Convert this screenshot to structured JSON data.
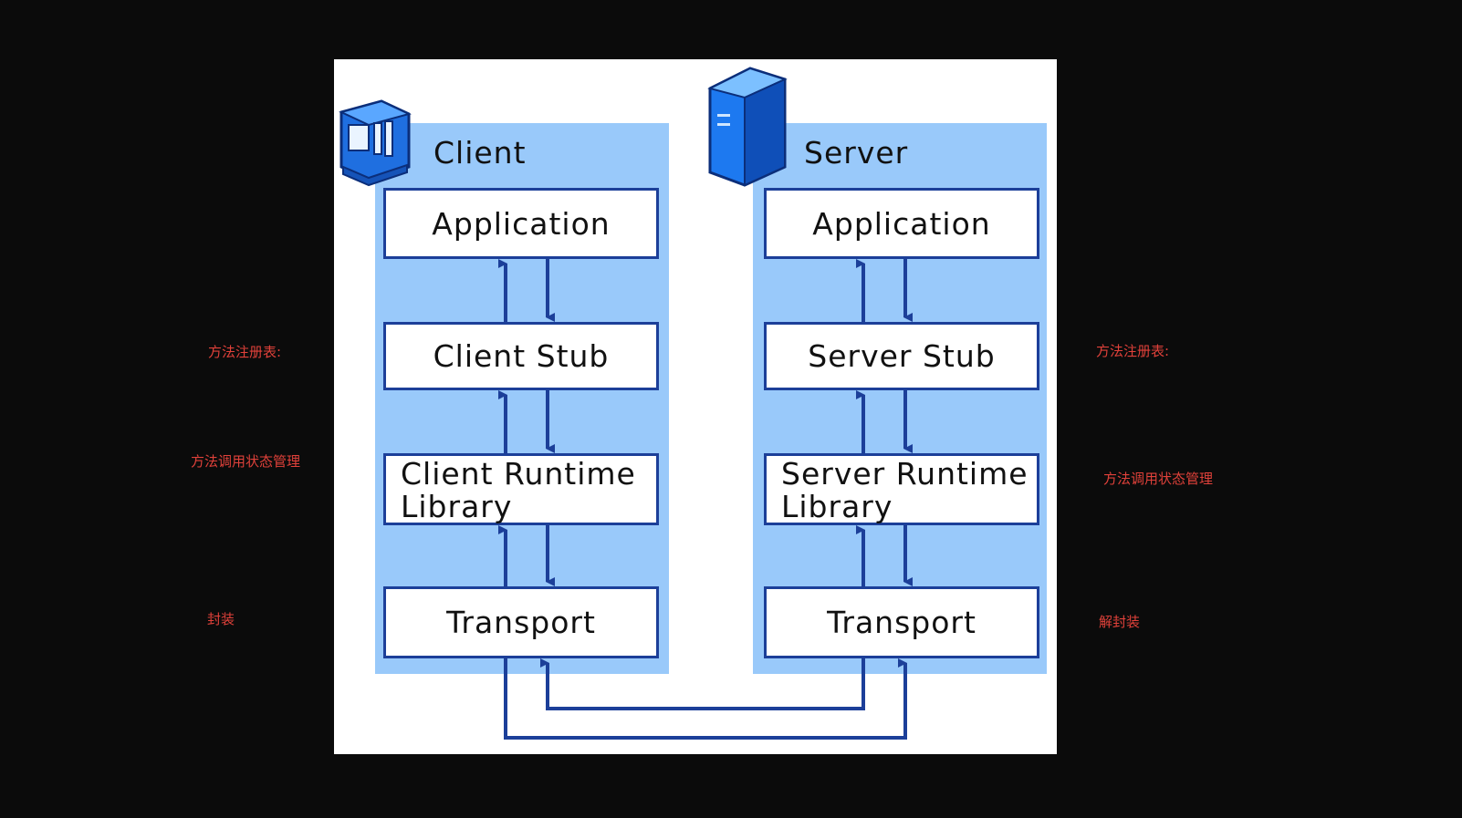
{
  "client": {
    "title": "Client",
    "layers": [
      "Application",
      "Client Stub",
      "Client Runtime\nLibrary",
      "Transport"
    ]
  },
  "server": {
    "title": "Server",
    "layers": [
      "Application",
      "Server Stub",
      "Server Runtime\nLibrary",
      "Transport"
    ]
  },
  "annotations": {
    "left": [
      "方法注册表:",
      "方法调用状态管理",
      "封装"
    ],
    "right": [
      "方法注册表:",
      "方法调用状态管理",
      "解封装"
    ]
  },
  "colors": {
    "background": "#0b0b0b",
    "canvas": "#ffffff",
    "panel": "#99c9fa",
    "border": "#1c3f99",
    "arrow": "#1c3f99",
    "note": "#e0413a"
  },
  "icons": {
    "client": "computer-icon",
    "server": "server-tower-icon"
  }
}
